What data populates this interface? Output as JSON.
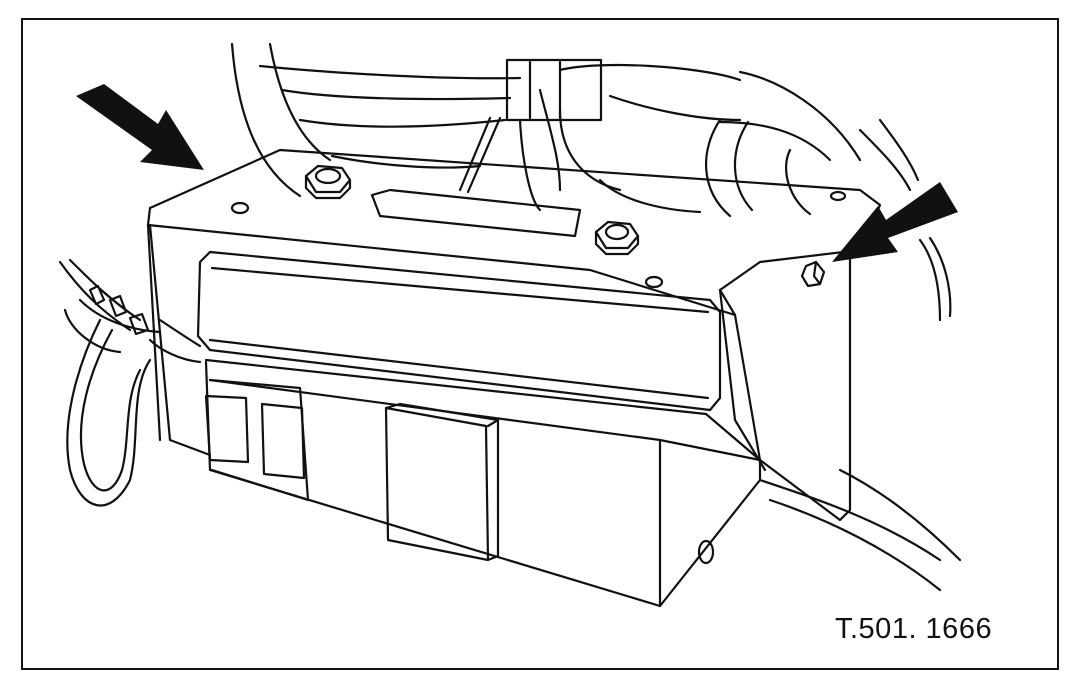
{
  "figure": {
    "reference_code": "T.501. 1666",
    "line_color": "#111111",
    "background_color": "#ffffff"
  },
  "callouts": [
    {
      "name": "left-arrow",
      "icon": "arrow-pointing-down-right"
    },
    {
      "name": "right-arrow",
      "icon": "arrow-pointing-down-left"
    }
  ]
}
